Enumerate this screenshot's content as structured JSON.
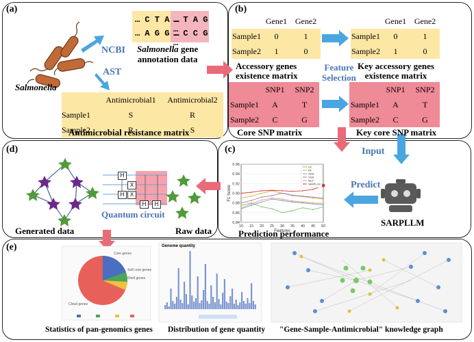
{
  "panel_a": {
    "label": "(a)",
    "seq_rows": [
      {
        "left": "… C T A …",
        "right": "… T A G …"
      },
      {
        "left": "… A G G …",
        "right": "… C C G …"
      }
    ],
    "ncbi": "NCBI",
    "gene_annotation_1": "Salmonella",
    "gene_annotation_2": "gene",
    "gene_annotation_3": "annotation data",
    "ast": "AST",
    "organism": "Salmonella",
    "amr_headers": [
      "Antimicrobial1",
      "Antimicrobial2"
    ],
    "amr_rows": [
      {
        "sample": "Sample1",
        "v1": "S",
        "v2": "R"
      },
      {
        "sample": "Sample2",
        "v1": "R",
        "v2": "S"
      }
    ],
    "amr_caption": "Antimicrobial resistance matrix"
  },
  "panel_b": {
    "label": "(b)",
    "gene_headers": [
      "Gene1",
      "Gene2"
    ],
    "gene_rows": [
      {
        "sample": "Sample1",
        "v1": "0",
        "v2": "1"
      },
      {
        "sample": "Sample2",
        "v1": "1",
        "v2": "0"
      }
    ],
    "accessory_caption_1": "Accessory genes",
    "accessory_caption_2": "existence matrix",
    "feature_selection_1": "Feature",
    "feature_selection_2": "Selection",
    "key_accessory_caption_1": "Key accessory genes",
    "key_accessory_caption_2": "existence matrix",
    "snp_headers": [
      "SNP1",
      "SNP2"
    ],
    "snp_rows": [
      {
        "sample": "Sample1",
        "v1": "A",
        "v2": "T"
      },
      {
        "sample": "Sample2",
        "v1": "C",
        "v2": "G"
      }
    ],
    "core_snp_caption": "Core SNP matrix",
    "key_core_snp_caption": "Key core SNP matrix"
  },
  "panel_c": {
    "label": "(c)",
    "input": "Input",
    "predict": "Predict",
    "model": "SARPLLM",
    "caption": "Prediction performance"
  },
  "panel_d": {
    "label": "(d)",
    "quantum_circuit": "Quantum circuit",
    "gates": [
      "H",
      "H",
      "X",
      "X",
      "H",
      "H"
    ],
    "generated_caption": "Generated data",
    "raw_caption": "Raw data"
  },
  "panel_e": {
    "label": "(e)",
    "pie_title": "",
    "pie_labels": [
      "Core genes",
      "Soft core genes",
      "Shell genes",
      "Cloud genes"
    ],
    "bar_title": "Genome quantity",
    "captions": [
      "Statistics of pan-genomics genes",
      "Distribution of  gene quantity",
      "\"Gene-Sample-Antimicrobial\" knowledge graph"
    ]
  },
  "chart_data": {
    "type": "line",
    "title": "",
    "xlabel": "Features",
    "ylabel": "F1 Score",
    "x": [
      10,
      15,
      20,
      25,
      30,
      35,
      40,
      45,
      50
    ],
    "xlim": [
      10,
      50
    ],
    "ylim": [
      0.84,
      0.96
    ],
    "yticks": [
      0.84,
      0.86,
      0.88,
      0.9,
      0.92,
      0.94,
      0.96
    ],
    "legend_position": "top-right",
    "legend": [
      "LR",
      "RF",
      "SVM",
      "XGB",
      "MLP",
      "SARPLLM"
    ],
    "series": [
      {
        "name": "LR",
        "color": "#7fbf6a",
        "values": [
          0.875,
          0.88,
          0.872,
          0.868,
          0.86,
          0.864,
          0.87,
          0.866,
          0.872
        ]
      },
      {
        "name": "RF",
        "color": "#e0b030",
        "values": [
          0.89,
          0.894,
          0.9,
          0.905,
          0.9,
          0.895,
          0.893,
          0.89,
          0.888
        ]
      },
      {
        "name": "SVM",
        "color": "#6aa0d8",
        "values": [
          0.868,
          0.875,
          0.882,
          0.888,
          0.885,
          0.882,
          0.88,
          0.878,
          0.876
        ]
      },
      {
        "name": "XGB",
        "color": "#9a7ac8",
        "values": [
          0.88,
          0.885,
          0.892,
          0.895,
          0.9,
          0.896,
          0.894,
          0.892,
          0.89
        ]
      },
      {
        "name": "MLP",
        "color": "#f09a6a",
        "values": [
          0.87,
          0.878,
          0.886,
          0.89,
          0.888,
          0.884,
          0.882,
          0.88,
          0.879
        ]
      },
      {
        "name": "SARPLLM",
        "color": "#d23a3a",
        "values": [
          0.9,
          0.902,
          0.905,
          0.906,
          0.905,
          0.904,
          0.905,
          0.908,
          0.916
        ]
      }
    ]
  }
}
